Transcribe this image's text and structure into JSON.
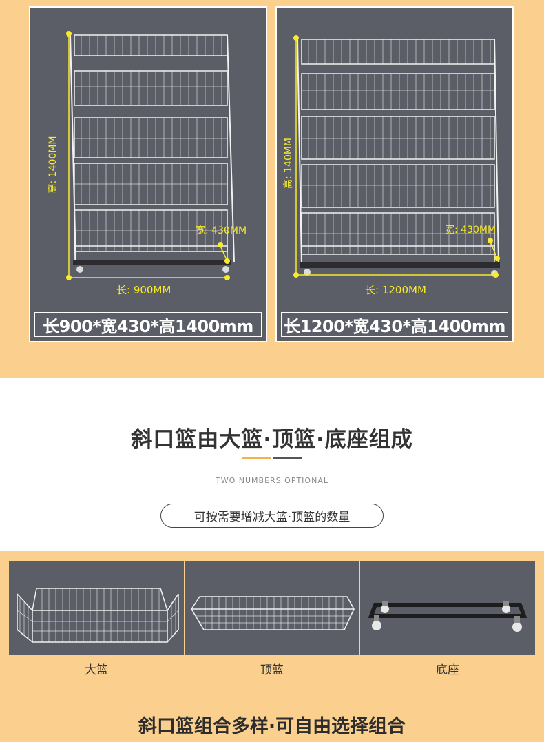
{
  "products": [
    {
      "height_label": "高: 1400MM",
      "width_label": "宽: 430MM",
      "length_label": "长: 900MM",
      "caption": "长900*宽430*高1400mm"
    },
    {
      "height_label": "高: 140MM",
      "width_label": "宽: 430MM",
      "length_label": "长: 1200MM",
      "caption": "长1200*宽430*高1400mm"
    }
  ],
  "section": {
    "heading": "斜口篮由大篮·顶篮·底座组成",
    "subtitle": "TWO NUMBERS OPTIONAL",
    "pill": "可按需要增减大篮·顶篮的数量"
  },
  "components": [
    {
      "label": "大篮",
      "icon": "large-basket-image"
    },
    {
      "label": "顶篮",
      "icon": "top-basket-image"
    },
    {
      "label": "底座",
      "icon": "base-frame-image"
    }
  ],
  "footer": {
    "title": "斜口篮组合多样·可自由选择组合"
  },
  "colors": {
    "background": "#fbd08f",
    "panel": "#5c5e67",
    "dimension": "#f7ec2b",
    "accent_rule": "#f4b24a",
    "dark_rule": "#555555"
  }
}
